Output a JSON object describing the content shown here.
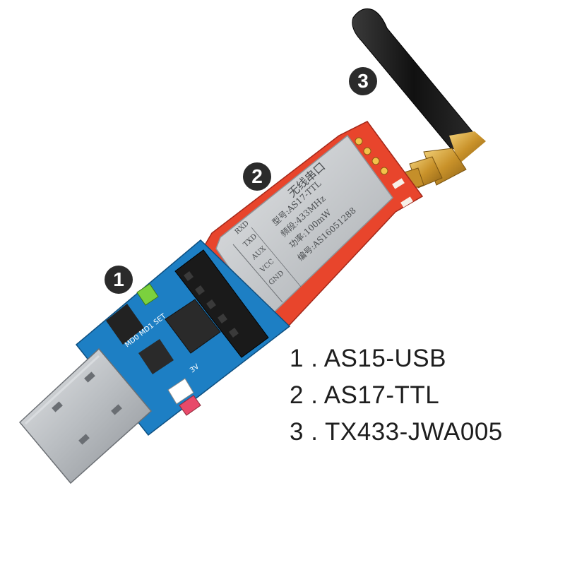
{
  "callouts": [
    {
      "number": "1"
    },
    {
      "number": "2"
    },
    {
      "number": "3"
    }
  ],
  "legend": [
    {
      "text": "1 . AS15-USB"
    },
    {
      "text": "2 . AS17-TTL"
    },
    {
      "text": "3 . TX433-JWA005"
    }
  ],
  "module": {
    "brand": "无线串口",
    "lines": [
      "型号:AS17-TTL",
      "频段:433MHz",
      "功率:100mW",
      "编号:AS16051288"
    ],
    "pins": [
      "RXD",
      "TXD",
      "AUX",
      "VCC",
      "GND"
    ]
  },
  "usb_board": {
    "jumper_label": "MD0 MD1 SET",
    "voltage_label": "3V"
  },
  "colors": {
    "usb_pcb": "#1d7fc4",
    "module_pcb": "#e8452c",
    "shield": "#c9cccf",
    "antenna": "#1a1a1a",
    "connector_gold": "#d4a53a",
    "usb_plug": "#b8bcc0"
  }
}
